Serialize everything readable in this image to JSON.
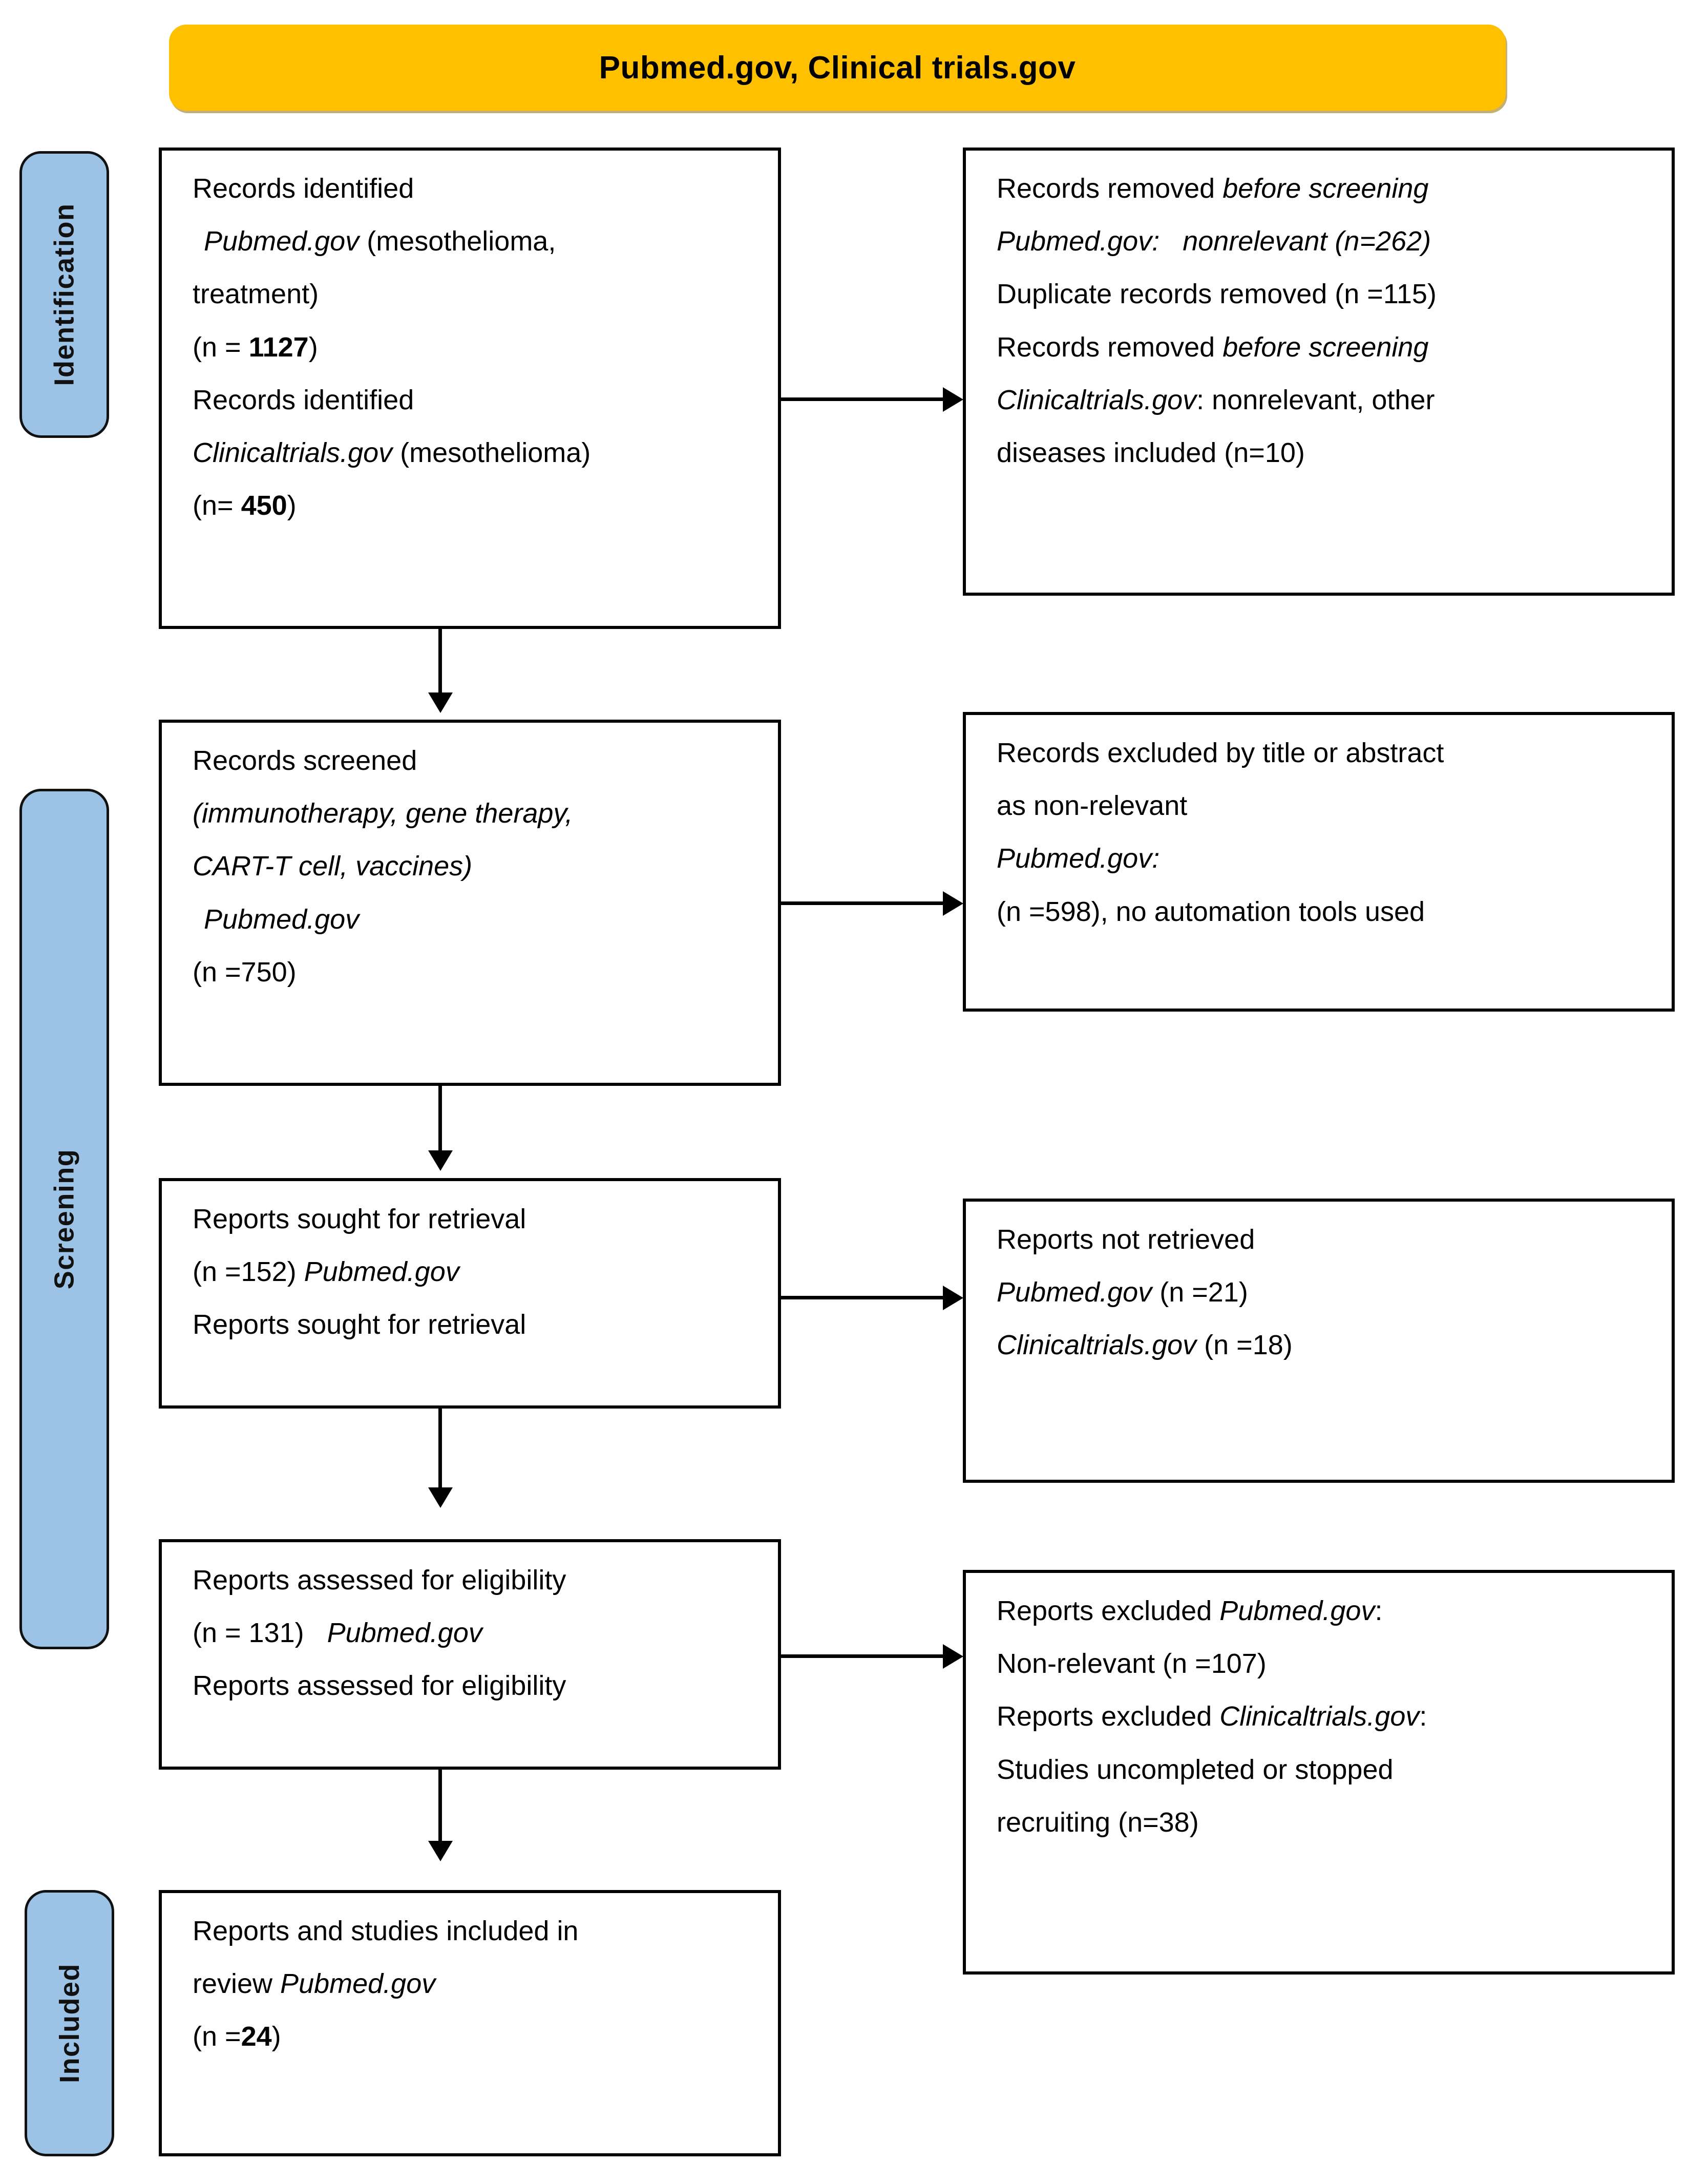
{
  "header": {
    "title": "Pubmed.gov, Clinical trials.gov",
    "background_color": "#FFC000"
  },
  "stage_label_color": "#9CC3E5",
  "stages": [
    {
      "id": "identification",
      "label": "Identification"
    },
    {
      "id": "screening",
      "label": "Screening"
    },
    {
      "id": "included",
      "label": "Included"
    }
  ],
  "boxes": {
    "identified": {
      "name": "records-identified",
      "lines": [
        "Records identified",
        " Pubmed.gov (mesothelioma,",
        "treatment)",
        "(n = 1127)",
        "Records identified",
        "Clinicaltrials.gov (mesothelioma)",
        "(n= 450)"
      ]
    },
    "removed": {
      "name": "records-removed-before-screening",
      "lines": [
        "Records removed before screening",
        "Pubmed.gov:    nonrelevant (n=262)",
        "Duplicate records removed (n =115)",
        "Records removed before screening",
        "Clinicaltrials.gov: nonrelevant, other",
        "diseases included (n=10)"
      ]
    },
    "screened": {
      "name": "records-screened",
      "lines": [
        "Records screened",
        "(immunotherapy, gene therapy,",
        "CART-T cell, vaccines)",
        " Pubmed.gov",
        "(n =750)"
      ]
    },
    "excluded_title": {
      "name": "records-excluded-by-title-or-abstract",
      "lines": [
        "Records excluded by title or abstract",
        "as non-relevant",
        "Pubmed.gov:",
        "(n =598), no automation tools used"
      ]
    },
    "sought": {
      "name": "reports-sought-for-retrieval",
      "lines": [
        "Reports sought for retrieval",
        "(n =152) Pubmed.gov",
        "Reports sought for retrieval"
      ]
    },
    "not_retrieved": {
      "name": "reports-not-retrieved",
      "lines": [
        "Reports not retrieved",
        "Pubmed.gov (n =21)",
        "Clinicaltrials.gov (n =18)"
      ]
    },
    "assessed": {
      "name": "reports-assessed-for-eligibility",
      "lines": [
        "Reports assessed for eligibility",
        "(n = 131)   Pubmed.gov",
        "Reports assessed for eligibility"
      ]
    },
    "excluded_reports": {
      "name": "reports-excluded",
      "lines": [
        "Reports excluded Pubmed.gov:",
        "Non-relevant (n =107)",
        "Reports excluded Clinicaltrials.gov:",
        "Studies uncompleted or stopped",
        "recruiting (n=38)"
      ]
    },
    "included_final": {
      "name": "reports-and-studies-included",
      "lines": [
        "Reports and studies included in",
        "review Pubmed.gov",
        "(n =24)"
      ]
    }
  },
  "counts": {
    "identified_pubmed": 1127,
    "identified_clinicaltrials": 450,
    "removed_pubmed_nonrelevant": 262,
    "removed_duplicates": 115,
    "removed_clinicaltrials": 10,
    "screened_pubmed": 750,
    "excluded_by_title": 598,
    "sought_pubmed": 152,
    "not_retrieved_pubmed": 21,
    "not_retrieved_clinicaltrials": 18,
    "assessed_pubmed": 131,
    "excluded_nonrelevant": 107,
    "excluded_uncompleted": 38,
    "included_pubmed": 24
  }
}
